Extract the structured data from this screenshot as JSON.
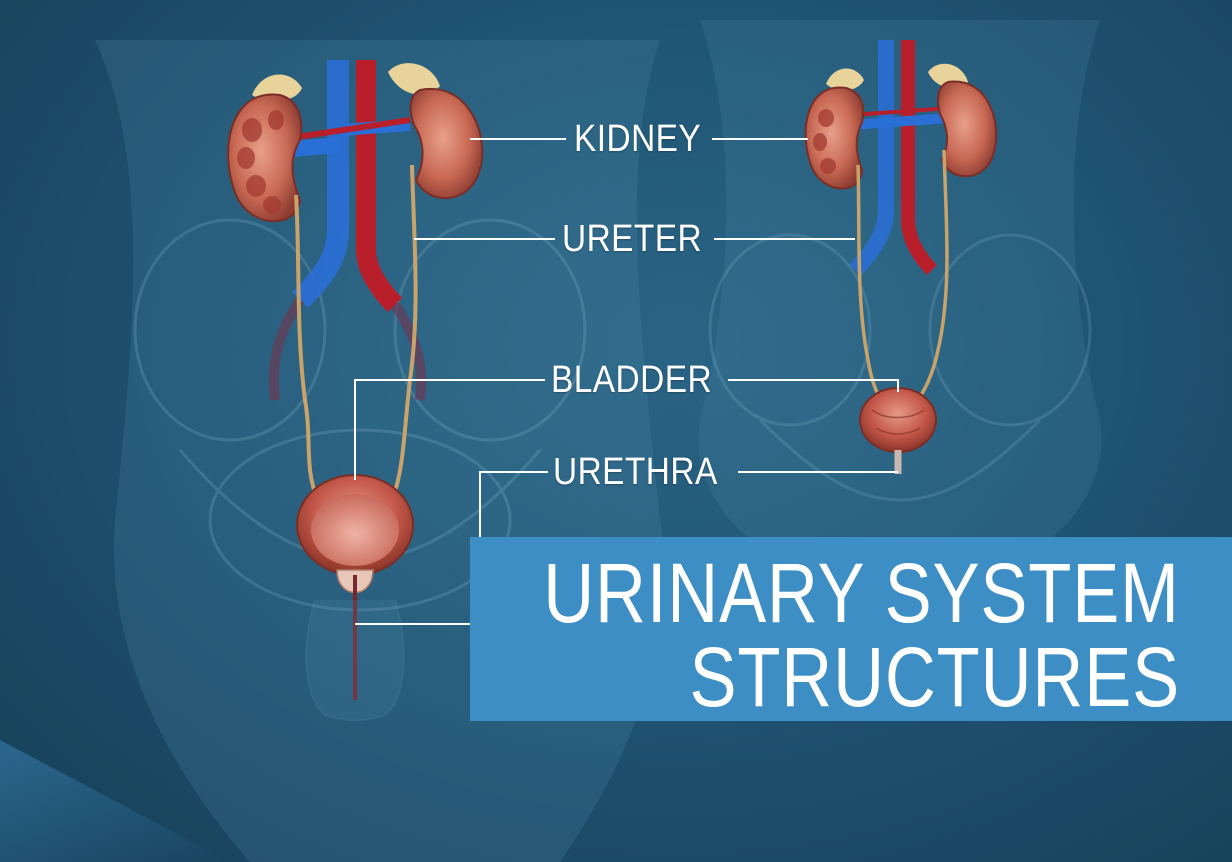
{
  "labels": {
    "kidney": "KIDNEY",
    "ureter": "URETER",
    "bladder": "BLADDER",
    "urethra": "URETHRA"
  },
  "title": {
    "line1": "URINARY SYSTEM",
    "line2": "STRUCTURES"
  },
  "colors": {
    "background": "#1f5473",
    "banner": "#3c8ec4",
    "text": "#ffffff",
    "vein": "#2a6fd6",
    "artery": "#b81f2a",
    "kidney": "#c96a55",
    "bladder": "#c4584a"
  }
}
